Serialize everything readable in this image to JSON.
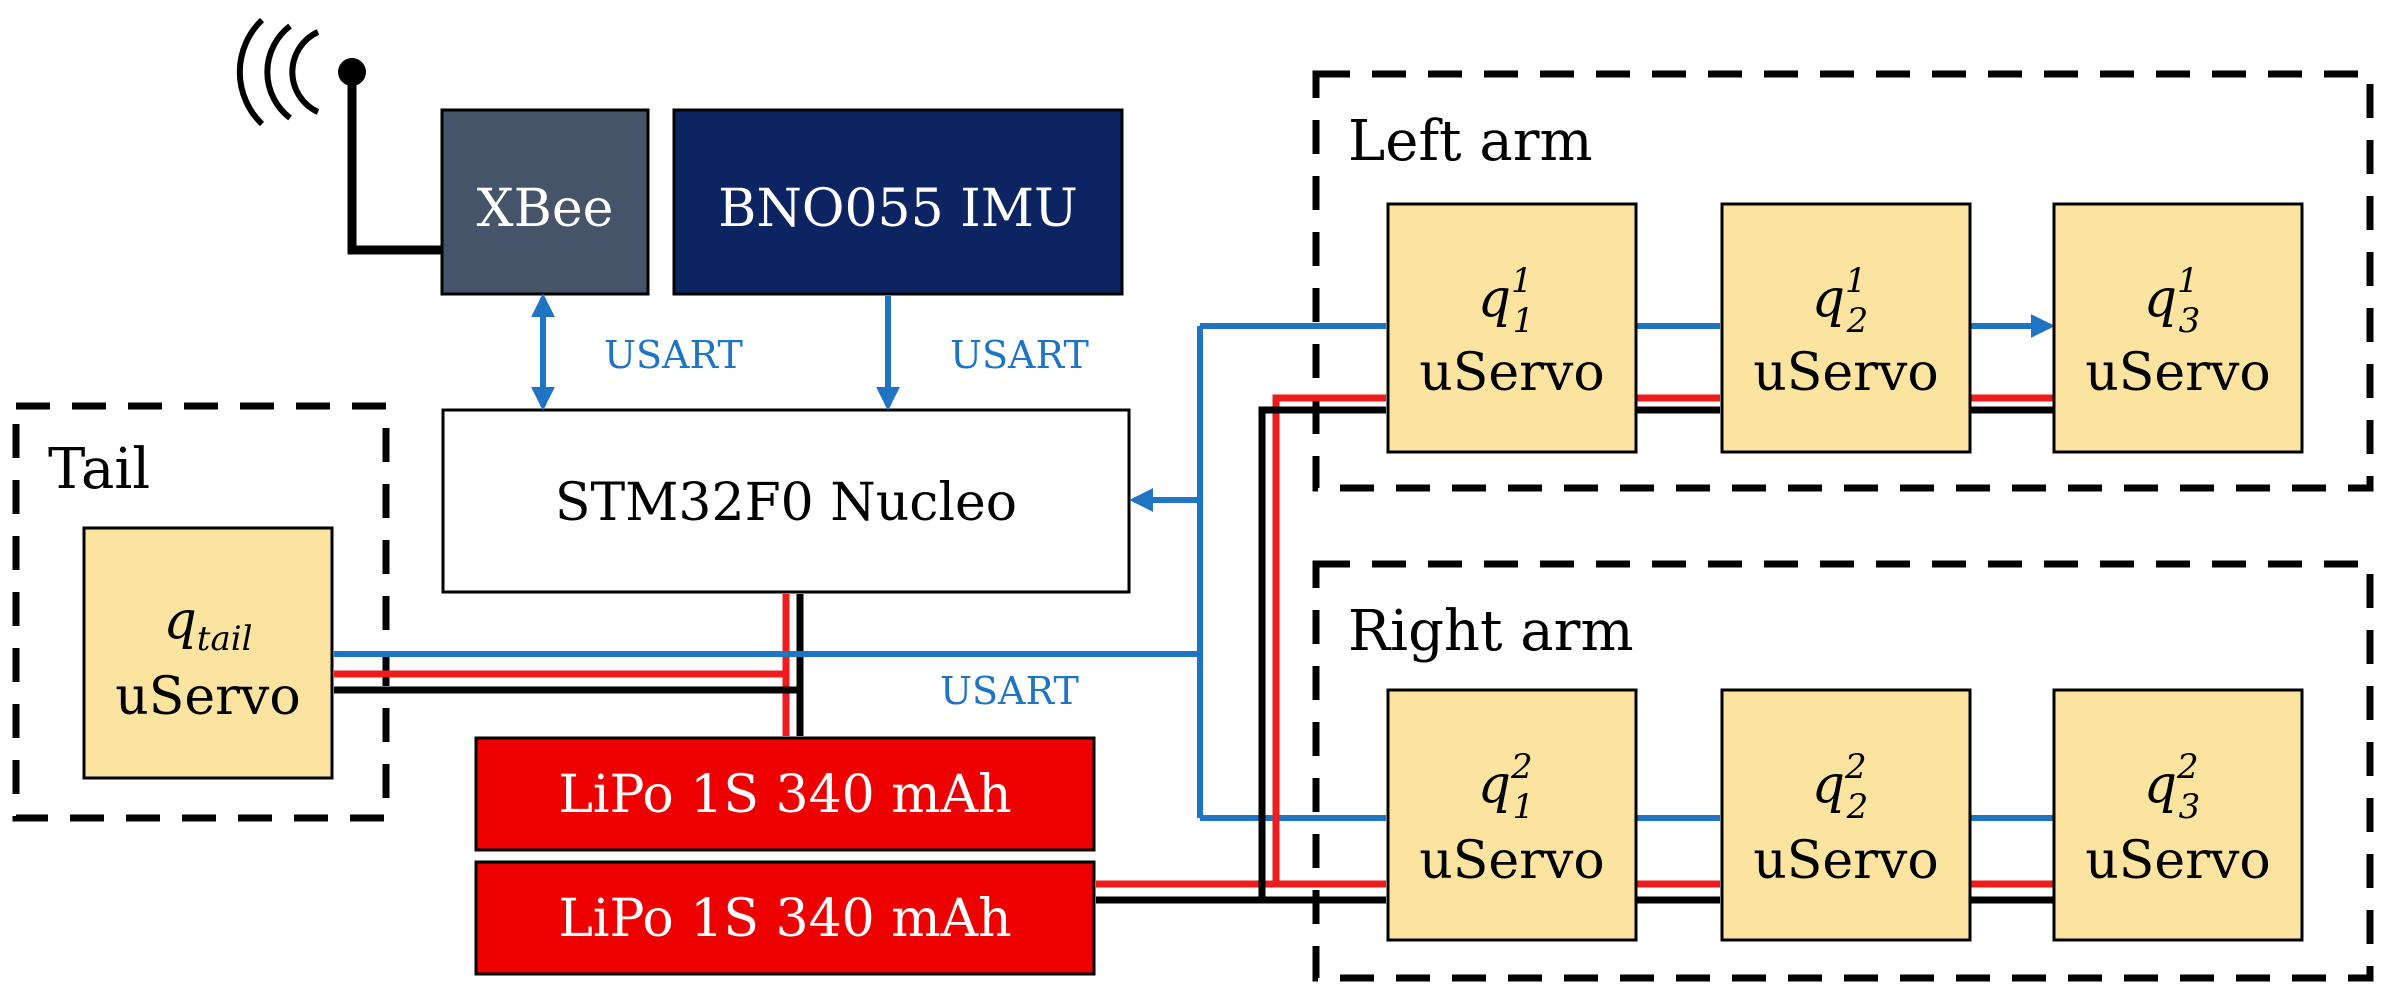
{
  "colors": {
    "usart": "#1f74c4",
    "power": "#ee1c1c",
    "ground": "#000000",
    "servo_fill": "#fbe3a0",
    "xbee_fill": "#455468",
    "imu_fill": "#0c2461",
    "lipo_fill": "#ee0000"
  },
  "icons": {
    "antenna": "antenna-icon"
  },
  "xbee": {
    "label": "XBee"
  },
  "imu": {
    "label": "BNO055 IMU"
  },
  "mcu": {
    "label": "STM32F0 Nucleo"
  },
  "batteries": [
    {
      "label": "LiPo 1S 340 mAh"
    },
    {
      "label": "LiPo 1S 340 mAh"
    }
  ],
  "links": {
    "xbee_usart": "USART",
    "imu_usart": "USART",
    "servo_usart": "USART"
  },
  "tail": {
    "group_label": "Tail",
    "servo": {
      "q": "q",
      "sub": "tail",
      "sup": "",
      "type": "uServo"
    }
  },
  "left_arm": {
    "group_label": "Left arm",
    "servos": [
      {
        "q": "q",
        "sub": "1",
        "sup": "1",
        "type": "uServo"
      },
      {
        "q": "q",
        "sub": "2",
        "sup": "1",
        "type": "uServo"
      },
      {
        "q": "q",
        "sub": "3",
        "sup": "1",
        "type": "uServo"
      }
    ]
  },
  "right_arm": {
    "group_label": "Right arm",
    "servos": [
      {
        "q": "q",
        "sub": "1",
        "sup": "2",
        "type": "uServo"
      },
      {
        "q": "q",
        "sub": "2",
        "sup": "2",
        "type": "uServo"
      },
      {
        "q": "q",
        "sub": "3",
        "sup": "2",
        "type": "uServo"
      }
    ]
  }
}
